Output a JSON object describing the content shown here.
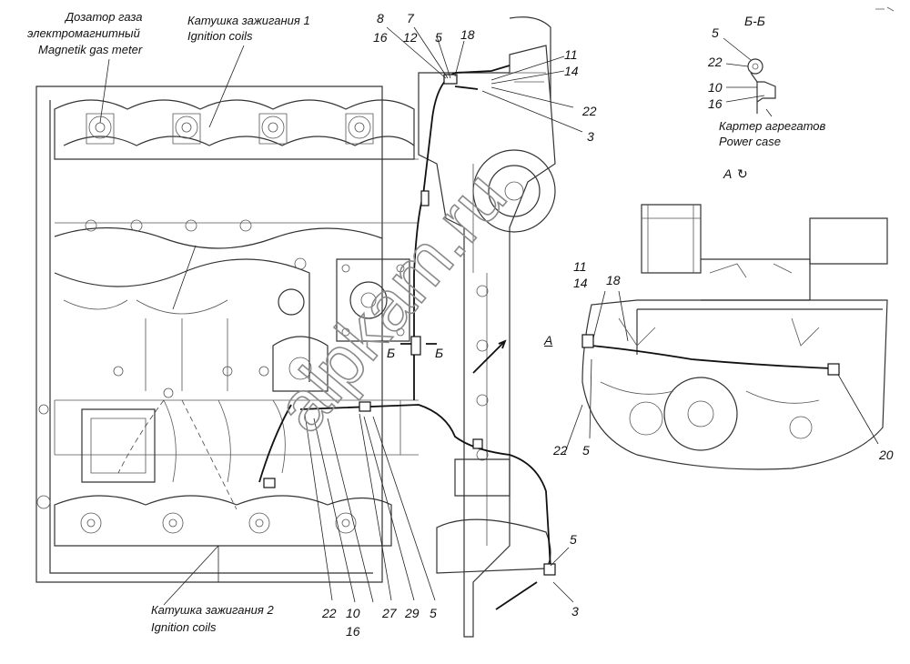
{
  "captions": {
    "gas_meter_ru": "Дозатор газа",
    "gas_meter_ru2": "электромагнитный",
    "gas_meter_en": "Magnetik gas meter",
    "coil1_ru": "Катушка зажигания 1",
    "coil1_en": "Ignition coils",
    "coil2_ru": "Катушка зажигания 2",
    "coil2_en": "Ignition coils",
    "power_case_ru": "Картер агрегатов",
    "power_case_en": "Power case",
    "section_bb": "Б-Б",
    "view_a": "А",
    "view_a_marker": "А",
    "section_mark_left": "Б",
    "section_mark_right": "Б"
  },
  "callouts": {
    "c8": "8",
    "c7": "7",
    "c16a": "16",
    "c12": "12",
    "c5a": "5",
    "c18a": "18",
    "c11a": "11",
    "c14a": "14",
    "c22a": "22",
    "c3a": "3",
    "c5b": "5",
    "c22b": "22",
    "c10b": "10",
    "c16b": "16",
    "c11b": "11",
    "c14b": "14",
    "c18b": "18",
    "c22c": "22",
    "c5c": "5",
    "c20": "20",
    "c5d": "5",
    "c3b": "3",
    "c22d": "22",
    "c10d": "10",
    "c16d": "16",
    "c27": "27",
    "c29": "29",
    "c5e": "5"
  },
  "watermark": "alpkam.ru",
  "colors": {
    "ink": "#333333",
    "watermark": "#8a8a8a"
  }
}
